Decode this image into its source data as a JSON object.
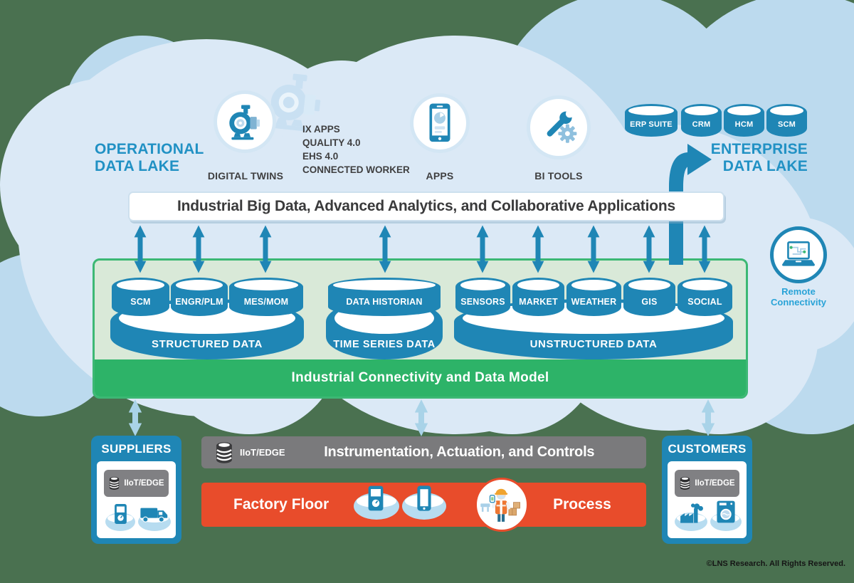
{
  "colors": {
    "background": "#4a7150",
    "cloud_light": "#dbe9f6",
    "cloud_medium": "#bcdaee",
    "primary_blue": "#1f86b5",
    "label_blue": "#2191c4",
    "remote_label_blue": "#29a3d7",
    "dark_text": "#3a3a3b",
    "green_border": "#3cb874",
    "green_fill": "#d9e9d8",
    "green_bar": "#2db368",
    "gray_bar": "#7a7a7c",
    "orange": "#e84c2b",
    "arrow_light_blue": "#a9d3e8"
  },
  "operational_label": {
    "line1": "OPERATIONAL",
    "line2": "DATA LAKE"
  },
  "enterprise_label": {
    "line1": "ENTERPRISE",
    "line2": "DATA LAKE"
  },
  "top_icons": {
    "digital_twins": {
      "label": "DIGITAL TWINS",
      "icon": "pump-icon"
    },
    "apps": {
      "label": "APPS",
      "icon": "smartphone-icon"
    },
    "bi_tools": {
      "label": "BI TOOLS",
      "icon": "wrench-gear-icon"
    }
  },
  "app_list": {
    "line1": "IX APPS",
    "line2": "QUALITY 4.0",
    "line3": "EHS 4.0",
    "line4": "CONNECTED WORKER"
  },
  "enterprise_cylinders": [
    "ERP SUITE",
    "CRM",
    "HCM",
    "SCM"
  ],
  "banner": {
    "text": "Industrial Big Data, Advanced Analytics, and Collaborative Applications"
  },
  "data_lake": {
    "groups": [
      {
        "name": "STRUCTURED DATA",
        "cylinders": [
          "SCM",
          "ENGR/PLM",
          "MES/MOM"
        ]
      },
      {
        "name": "TIME SERIES DATA",
        "cylinders": [
          "DATA HISTORIAN"
        ]
      },
      {
        "name": "UNSTRUCTURED DATA",
        "cylinders": [
          "SENSORS",
          "MARKET",
          "WEATHER",
          "GIS",
          "SOCIAL"
        ]
      }
    ],
    "connectivity_bar": "Industrial Connectivity and Data Model"
  },
  "remote_connectivity": {
    "line1": "Remote",
    "line2": "Connectivity",
    "icon": "laptop-circuit-icon"
  },
  "edge_bar": {
    "badge": "IIoT/EDGE",
    "icon": "database-icon",
    "text": "Instrumentation, Actuation, and Controls"
  },
  "factory_bar": {
    "left": "Factory Floor",
    "right": "Process",
    "icons": [
      "gauge-device-icon",
      "smartphone-icon",
      "worker-icon"
    ]
  },
  "suppliers": {
    "title": "SUPPLIERS",
    "badge": "IIoT/EDGE",
    "icons": [
      "kiosk-icon",
      "truck-icon"
    ]
  },
  "customers": {
    "title": "CUSTOMERS",
    "badge": "IIoT/EDGE",
    "icons": [
      "factory-icon",
      "washing-machine-icon"
    ]
  },
  "footer": {
    "copyright": "©LNS Research. All Rights Reserved."
  }
}
